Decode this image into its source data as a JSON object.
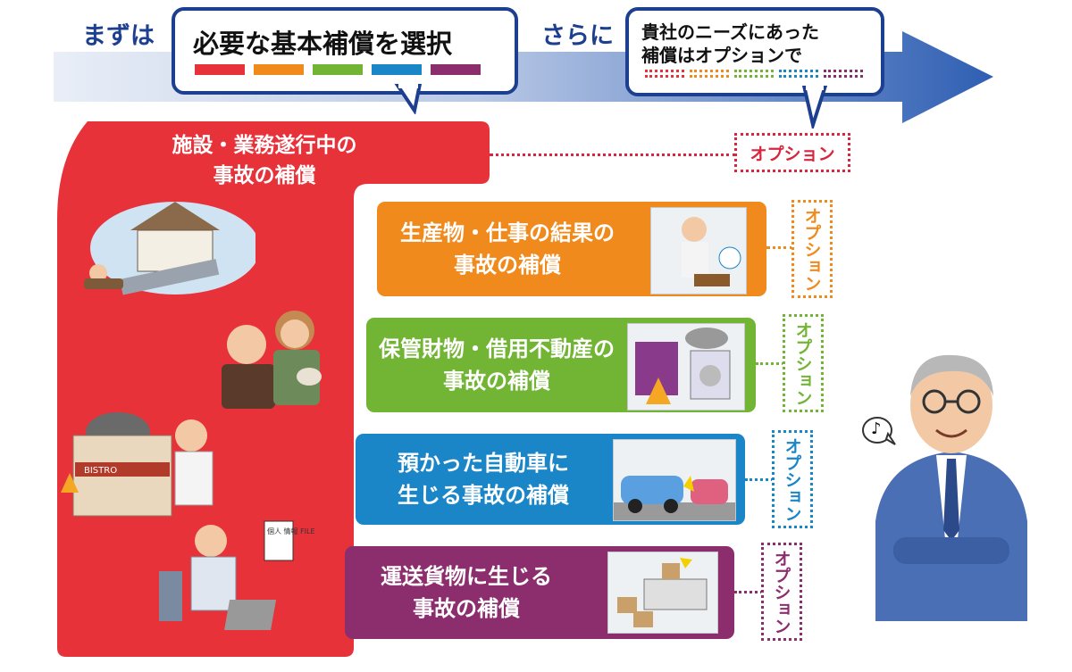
{
  "header": {
    "step1_label": "まずは",
    "step1_bubble": "必要な基本補償を選択",
    "step2_label": "さらに",
    "step2_bubble_line1": "貴社のニーズにあった",
    "step2_bubble_line2": "補償はオプションで"
  },
  "main_card": {
    "title": "施設・業務遂行中の\n事故の補償",
    "illustration_text": [
      "BISTRO",
      "個人\n情報\nFILE"
    ]
  },
  "cards": [
    {
      "label": "生産物・仕事の結果の\n事故の補償",
      "color": "#f08a1c"
    },
    {
      "label": "保管財物・借用不動産の\n事故の補償",
      "color": "#72b535"
    },
    {
      "label": "預かった自動車に\n生じる事故の補償",
      "color": "#1a86c8"
    },
    {
      "label": "運送貨物に生じる\n事故の補償",
      "color": "#8c2d6e"
    }
  ],
  "options": {
    "main": "オプション",
    "card0": "オプション",
    "card1": "オプション",
    "card2": "オプション",
    "card3": "オプション"
  },
  "colors": {
    "red": "#e8323a",
    "orange": "#f08a1c",
    "green": "#72b535",
    "blue": "#1a86c8",
    "purple": "#8c2d6e",
    "navy": "#1d3f8f"
  },
  "mascot": {
    "note_icon": "♪"
  }
}
